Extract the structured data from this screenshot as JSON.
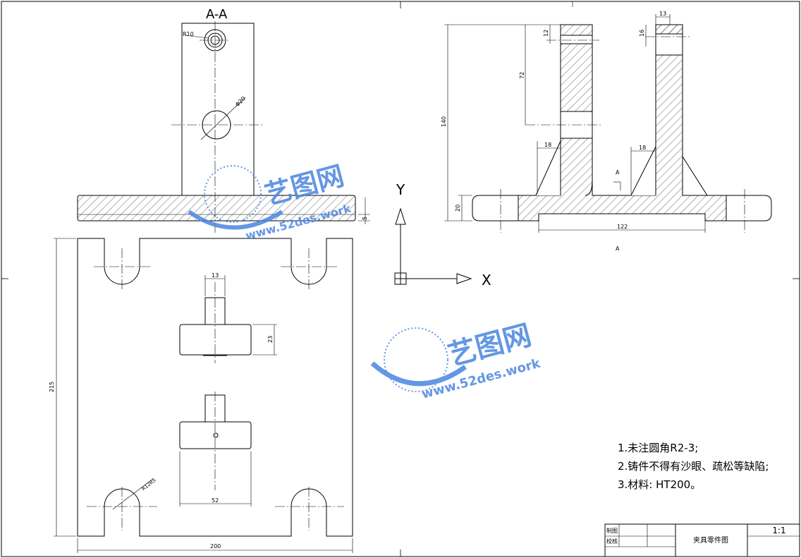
{
  "section_label": "A-A",
  "dims": {
    "r10": "R10",
    "phi20": "Φ20",
    "d5": "5",
    "d13": "13",
    "d23": "23",
    "d215": "215",
    "d52": "52",
    "r12": "R12R5",
    "d200": "200",
    "d140": "140",
    "d72": "72",
    "d12": "12",
    "d18a": "18",
    "d18b": "18",
    "d20": "20",
    "d122": "122",
    "d13b": "13",
    "d16": "16",
    "cut_a_top": "A",
    "cut_a_bottom": "A"
  },
  "axes": {
    "x": "X",
    "y": "Y"
  },
  "notes": [
    "1.未注圆角R2-3;",
    "2.铸件不得有沙眼、疏松等缺陷;",
    "3.材料: HT200。"
  ],
  "title_block": {
    "drawn": "制图",
    "checked": "校核",
    "name": "夹具零件图",
    "scale": "1:1"
  },
  "watermark": {
    "brand": "艺图网",
    "url": "www.52des.work",
    "color": "#4a86e0"
  }
}
